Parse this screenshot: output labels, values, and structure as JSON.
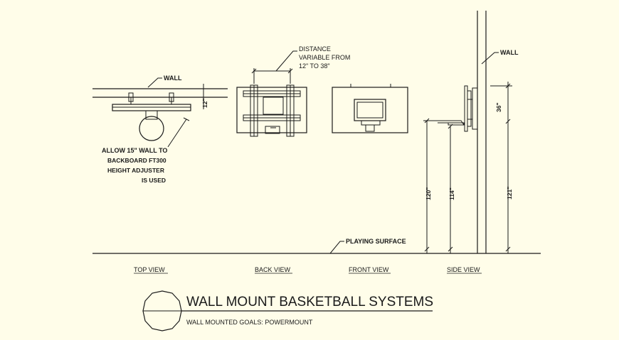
{
  "annotations": {
    "wall_top": "WALL",
    "wall_side": "WALL",
    "distance_lines": [
      "DISTANCE",
      "VARIABLE FROM",
      "12\" TO 38\""
    ],
    "allow_lines": [
      "ALLOW 15\" WALL TO",
      "BACKBOARD FT300",
      "HEIGHT ADJUSTER",
      "IS USED"
    ],
    "playing_surface": "PLAYING SURFACE"
  },
  "dimensions": {
    "top_12": "12\"",
    "side_36": "36\"",
    "side_120": "120\"",
    "side_114": "114\"",
    "side_121": "121\""
  },
  "view_labels": {
    "top": "TOP VIEW",
    "back": "BACK VIEW",
    "front": "FRONT VIEW",
    "side": "SIDE VIEW"
  },
  "title_block": {
    "title": "WALL MOUNT BASKETBALL SYSTEMS",
    "subtitle": "WALL MOUNTED GOALS: POWERMOUNT"
  },
  "colors": {
    "background": "#fffde9",
    "ink": "#1a1a1a"
  }
}
